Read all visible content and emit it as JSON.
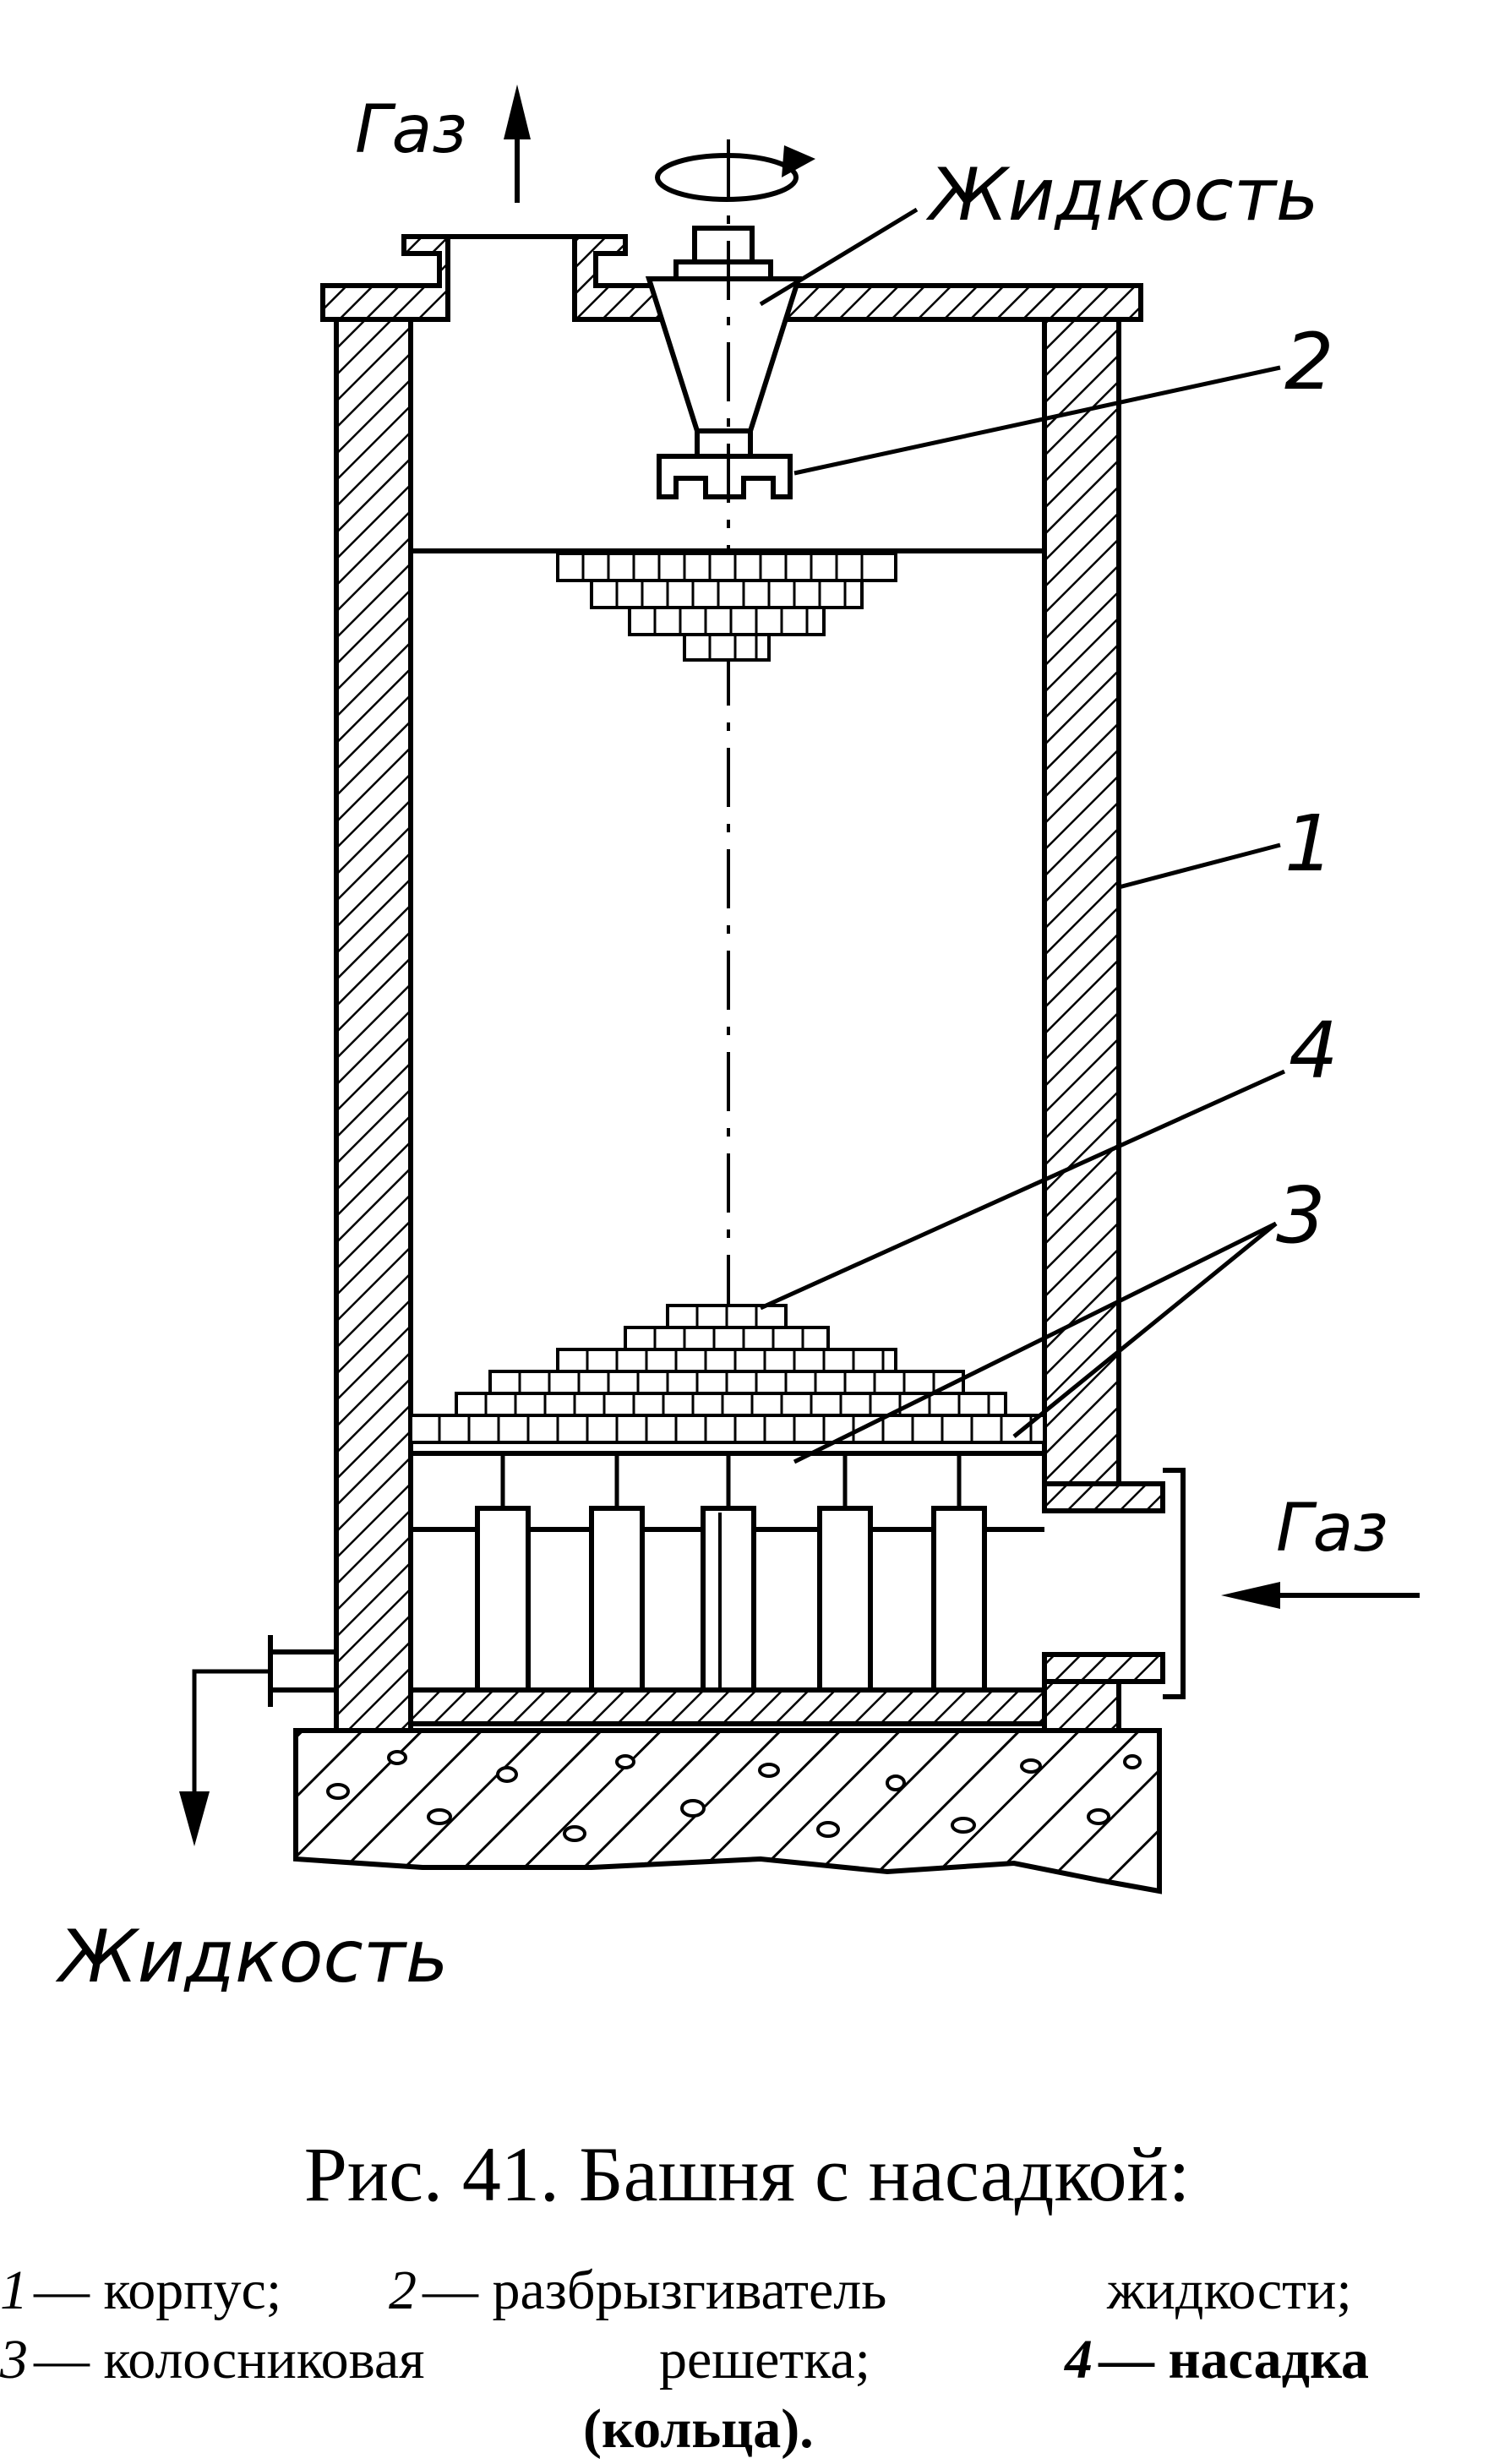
{
  "diagram": {
    "labels": {
      "gas_out": "Газ",
      "liquid_in": "Жидкость",
      "gas_in": "Газ",
      "liquid_out": "Жидкость"
    },
    "parts": [
      {
        "number": "1",
        "name": "корпус"
      },
      {
        "number": "2",
        "name": "разбрызгиватель жидкости"
      },
      {
        "number": "3",
        "name": "колосниковая решетка"
      },
      {
        "number": "4",
        "name": "насадка (кольца)"
      }
    ],
    "colors": {
      "ink": "#000000",
      "paper": "#ffffff"
    }
  },
  "caption": {
    "title": "Рис. 41. Башня с насадкой:",
    "legend": {
      "n1": "1",
      "t1": "— корпус;",
      "n2": "2",
      "t2": "— разбрызгиватель",
      "t2b": "жидкости;",
      "n3": "3",
      "t3": "— колосниковая",
      "t3b": "решетка;",
      "n4": "4",
      "t4": "— насадка",
      "t4b": "(кольца)."
    }
  }
}
